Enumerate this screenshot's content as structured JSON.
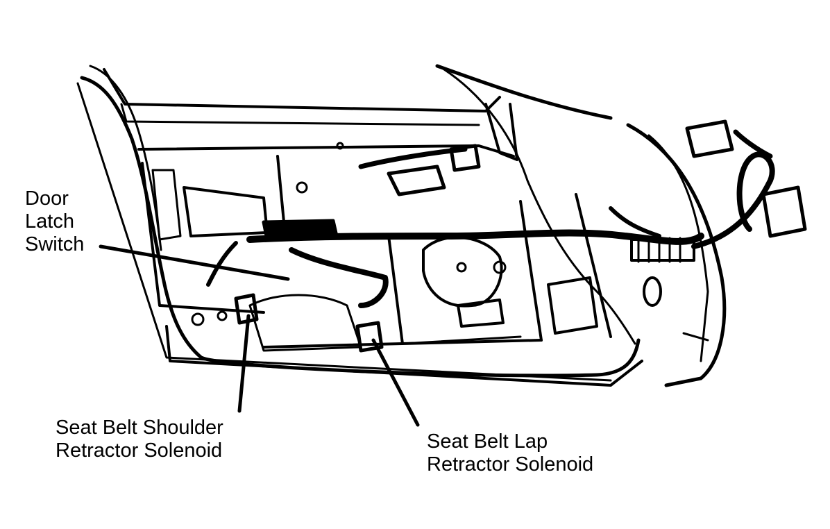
{
  "labels": {
    "door_latch_switch": [
      "Door",
      "Latch",
      "Switch"
    ],
    "seat_belt_shoulder_retractor_solenoid": [
      "Seat Belt Shoulder",
      "Retractor Solenoid"
    ],
    "seat_belt_lap_retractor_solenoid": [
      "Seat Belt Lap",
      "Retractor Solenoid"
    ]
  },
  "colors": {
    "ink": "#000000",
    "paper": "#ffffff"
  }
}
